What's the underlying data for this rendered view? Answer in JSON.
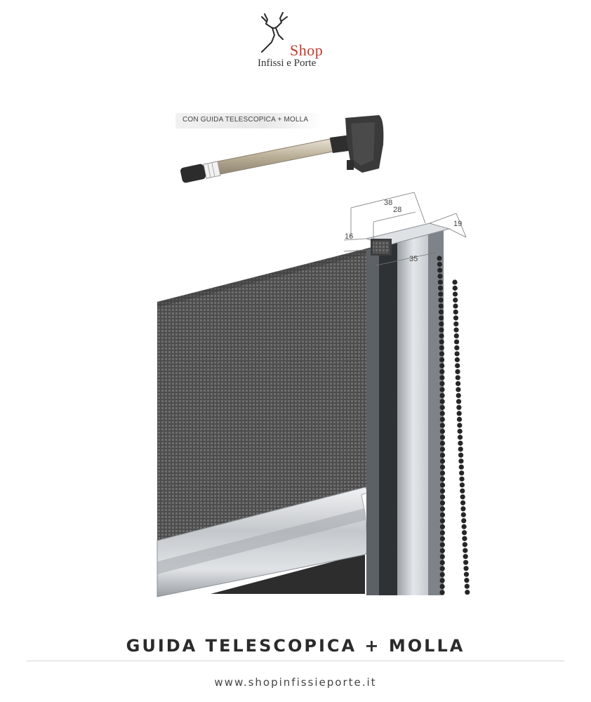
{
  "logo": {
    "brand": "Shop",
    "subtitle": "Infissi e Porte",
    "icon": "deer-icon"
  },
  "product_label": "CON GUIDA TELESCOPICA + MOLLA",
  "dimensions": {
    "d38": "38",
    "d28": "28",
    "d16": "16",
    "d19": "19",
    "d35": "35"
  },
  "title": "GUIDA TELESCOPICA + MOLLA",
  "website": "www.shopinfissieporte.it",
  "colors": {
    "brand_red": "#c0392b",
    "mesh": "#5a5a5a",
    "aluminium": "#c9ccd0"
  }
}
